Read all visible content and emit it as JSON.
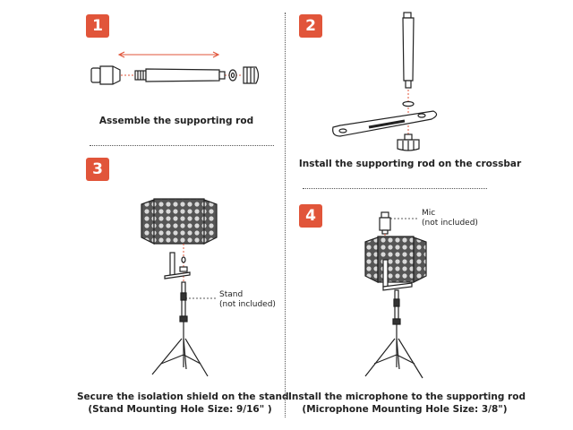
{
  "accent_color": "#e1553a",
  "steps": [
    {
      "number": "1",
      "caption": "Assemble the supporting rod"
    },
    {
      "number": "2",
      "caption": "Install the supporting rod on the crossbar"
    },
    {
      "number": "3",
      "caption_line1": "Secure the isolation shield on the stand",
      "caption_line2": "(Stand Mounting Hole Size: 9/16\" )",
      "note_line1": "Stand",
      "note_line2": "(not included)"
    },
    {
      "number": "4",
      "caption_line1": "Install the microphone to the supporting rod",
      "caption_line2": "(Microphone Mounting Hole Size: 3/8\")",
      "note_line1": "Mic",
      "note_line2": "(not included)"
    }
  ]
}
